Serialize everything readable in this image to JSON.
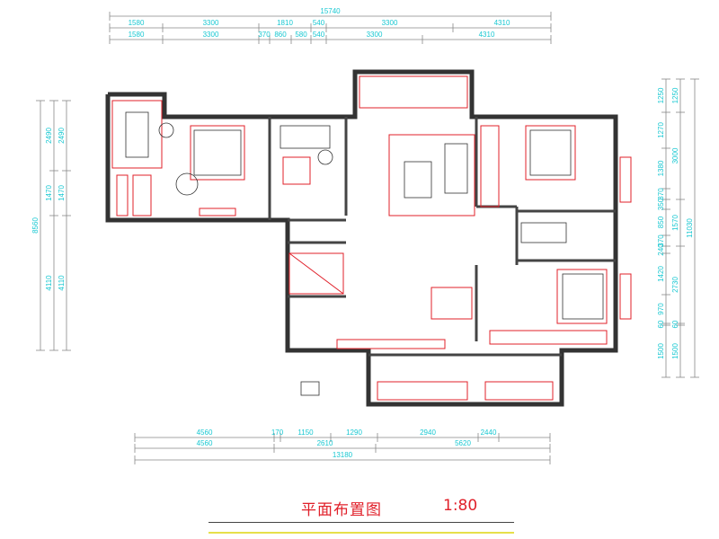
{
  "title": "平面布置图",
  "scale": "1:80",
  "dimensions": {
    "top_total": "15740",
    "top_row1": [
      "1580",
      "3300",
      "1810",
      "540",
      "3300",
      "4310"
    ],
    "top_row2": [
      "1580",
      "3300",
      "370",
      "860",
      "580",
      "540",
      "3300",
      "4310"
    ],
    "left_total": "8560",
    "left_row1": [
      "2490",
      "1470",
      "4110"
    ],
    "left_row2": [
      "2490",
      "1470",
      "4110"
    ],
    "right_row1": [
      "1250",
      "1270",
      "1380",
      "370",
      "350",
      "850",
      "370",
      "240",
      "1420",
      "970",
      "60",
      "1500"
    ],
    "right_row2": [
      "1250",
      "3000",
      "1570",
      "2730",
      "60",
      "1500"
    ],
    "right_total": "11030",
    "bottom_row1": [
      "4560",
      "170",
      "1150",
      "1290",
      "2940",
      "2440"
    ],
    "bottom_row2": [
      "4560",
      "2610",
      "5620"
    ],
    "bottom_total": "13180"
  },
  "colors": {
    "accent": "#e0202a",
    "dimension": "#19c8d2"
  }
}
